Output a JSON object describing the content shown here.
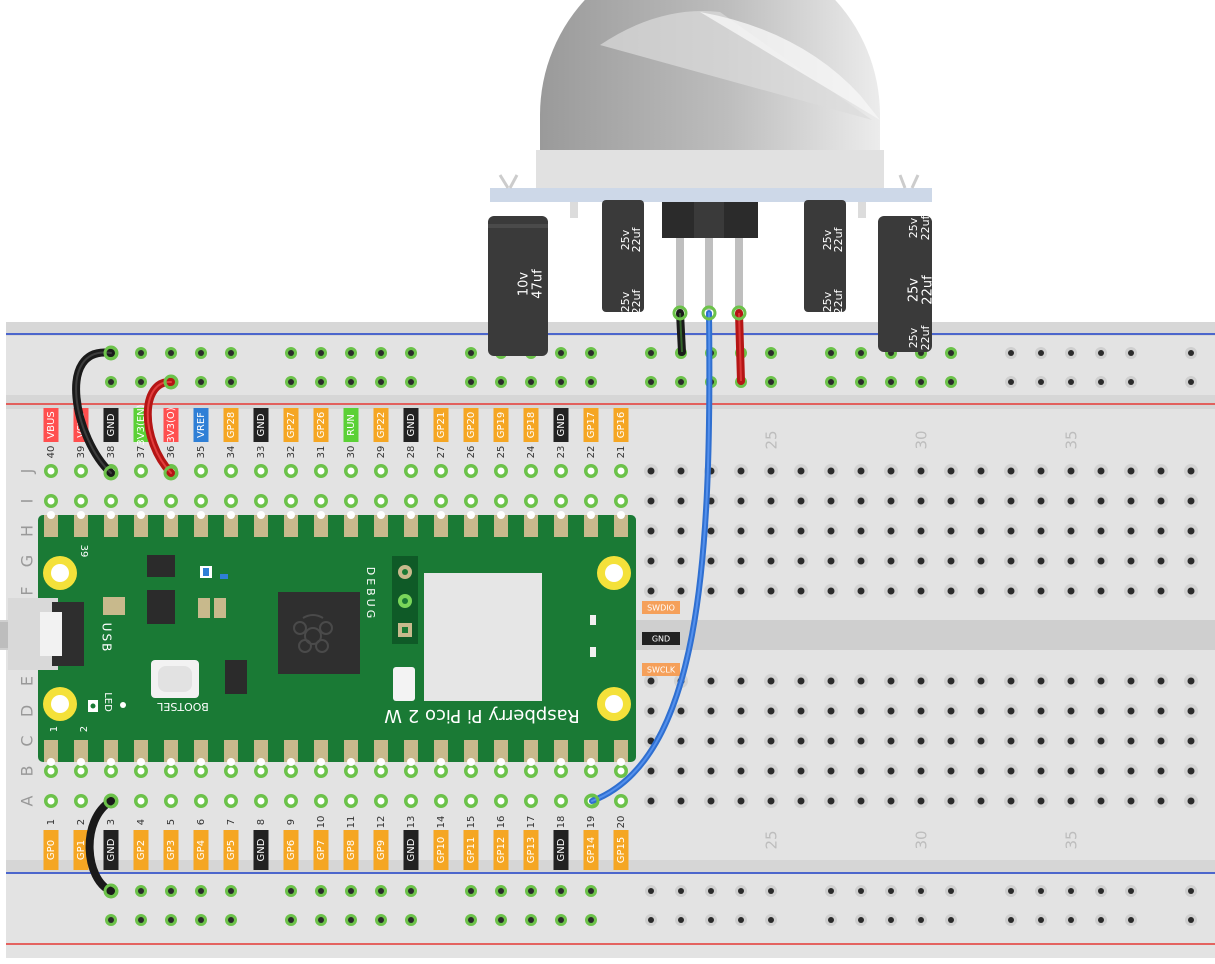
{
  "board": {
    "name_text": "Raspberry Pi Pico 2 W",
    "bootsel_label": "BOOTSEL",
    "usb_label": "USB",
    "led_label": "LED",
    "debug_label": "DEBUG",
    "pin_num_39": "39",
    "pin_num_1": "1",
    "pin_num_2": "2",
    "debug_pins": [
      "SWDIO",
      "GND",
      "SWCLK"
    ]
  },
  "breadboard": {
    "row_letters": [
      "J",
      "I",
      "H",
      "G",
      "F",
      "E",
      "D",
      "C",
      "B",
      "A"
    ],
    "column_marks": [
      "25",
      "30",
      "35"
    ],
    "top_pin_labels": [
      {
        "name": "VBUS",
        "num": "40",
        "color": "#ff4f4f"
      },
      {
        "name": "VSYS",
        "num": "39",
        "color": "#ff4f4f"
      },
      {
        "name": "GND",
        "num": "38",
        "color": "#222222"
      },
      {
        "name": "3V3(EN)",
        "num": "37",
        "color": "#5bd136"
      },
      {
        "name": "3V3(O)",
        "num": "36",
        "color": "#ff4f4f"
      },
      {
        "name": "VREF",
        "num": "35",
        "color": "#2f7fd6"
      },
      {
        "name": "GP28",
        "num": "34",
        "color": "#f5a623"
      },
      {
        "name": "GND",
        "num": "33",
        "color": "#222222"
      },
      {
        "name": "GP27",
        "num": "32",
        "color": "#f5a623"
      },
      {
        "name": "GP26",
        "num": "31",
        "color": "#f5a623"
      },
      {
        "name": "RUN",
        "num": "30",
        "color": "#5bd136"
      },
      {
        "name": "GP22",
        "num": "29",
        "color": "#f5a623"
      },
      {
        "name": "GND",
        "num": "28",
        "color": "#222222"
      },
      {
        "name": "GP21",
        "num": "27",
        "color": "#f5a623"
      },
      {
        "name": "GP20",
        "num": "26",
        "color": "#f5a623"
      },
      {
        "name": "GP19",
        "num": "25",
        "color": "#f5a623"
      },
      {
        "name": "GP18",
        "num": "24",
        "color": "#f5a623"
      },
      {
        "name": "GND",
        "num": "23",
        "color": "#222222"
      },
      {
        "name": "GP17",
        "num": "22",
        "color": "#f5a623"
      },
      {
        "name": "GP16",
        "num": "21",
        "color": "#f5a623"
      }
    ],
    "bottom_pin_labels": [
      {
        "name": "GP0",
        "num": "1",
        "color": "#f5a623"
      },
      {
        "name": "GP1",
        "num": "2",
        "color": "#f5a623"
      },
      {
        "name": "GND",
        "num": "3",
        "color": "#222222"
      },
      {
        "name": "GP2",
        "num": "4",
        "color": "#f5a623"
      },
      {
        "name": "GP3",
        "num": "5",
        "color": "#f5a623"
      },
      {
        "name": "GP4",
        "num": "6",
        "color": "#f5a623"
      },
      {
        "name": "GP5",
        "num": "7",
        "color": "#f5a623"
      },
      {
        "name": "GND",
        "num": "8",
        "color": "#222222"
      },
      {
        "name": "GP6",
        "num": "9",
        "color": "#f5a623"
      },
      {
        "name": "GP7",
        "num": "10",
        "color": "#f5a623"
      },
      {
        "name": "GP8",
        "num": "11",
        "color": "#f5a623"
      },
      {
        "name": "GP9",
        "num": "12",
        "color": "#f5a623"
      },
      {
        "name": "GND",
        "num": "13",
        "color": "#222222"
      },
      {
        "name": "GP10",
        "num": "14",
        "color": "#f5a623"
      },
      {
        "name": "GP11",
        "num": "15",
        "color": "#f5a623"
      },
      {
        "name": "GP12",
        "num": "16",
        "color": "#f5a623"
      },
      {
        "name": "GP13",
        "num": "17",
        "color": "#f5a623"
      },
      {
        "name": "GND",
        "num": "18",
        "color": "#222222"
      },
      {
        "name": "GP14",
        "num": "19",
        "color": "#f5a623"
      },
      {
        "name": "GP15",
        "num": "20",
        "color": "#f5a623"
      }
    ]
  },
  "pir_sensor": {
    "capacitors": [
      {
        "rating": "10v",
        "value": "47uf"
      },
      {
        "rating": "25v",
        "value": "22uf"
      },
      {
        "rating": "25v",
        "value": "22uf"
      },
      {
        "rating": "25v",
        "value": "22uf"
      },
      {
        "rating": "25v",
        "value": "22uf"
      },
      {
        "rating": "25v",
        "value": "22uf"
      },
      {
        "rating": "25v",
        "value": "22uf"
      },
      {
        "rating": "25v",
        "value": "22uf"
      }
    ]
  },
  "colors": {
    "board_green": "#1a7a35",
    "wire_black": "#222222",
    "wire_red": "#c01818",
    "wire_blue": "#2f6fd0",
    "rail_red": "#e53935",
    "rail_blue": "#1e40c8",
    "hole_green": "#6cc24a"
  }
}
